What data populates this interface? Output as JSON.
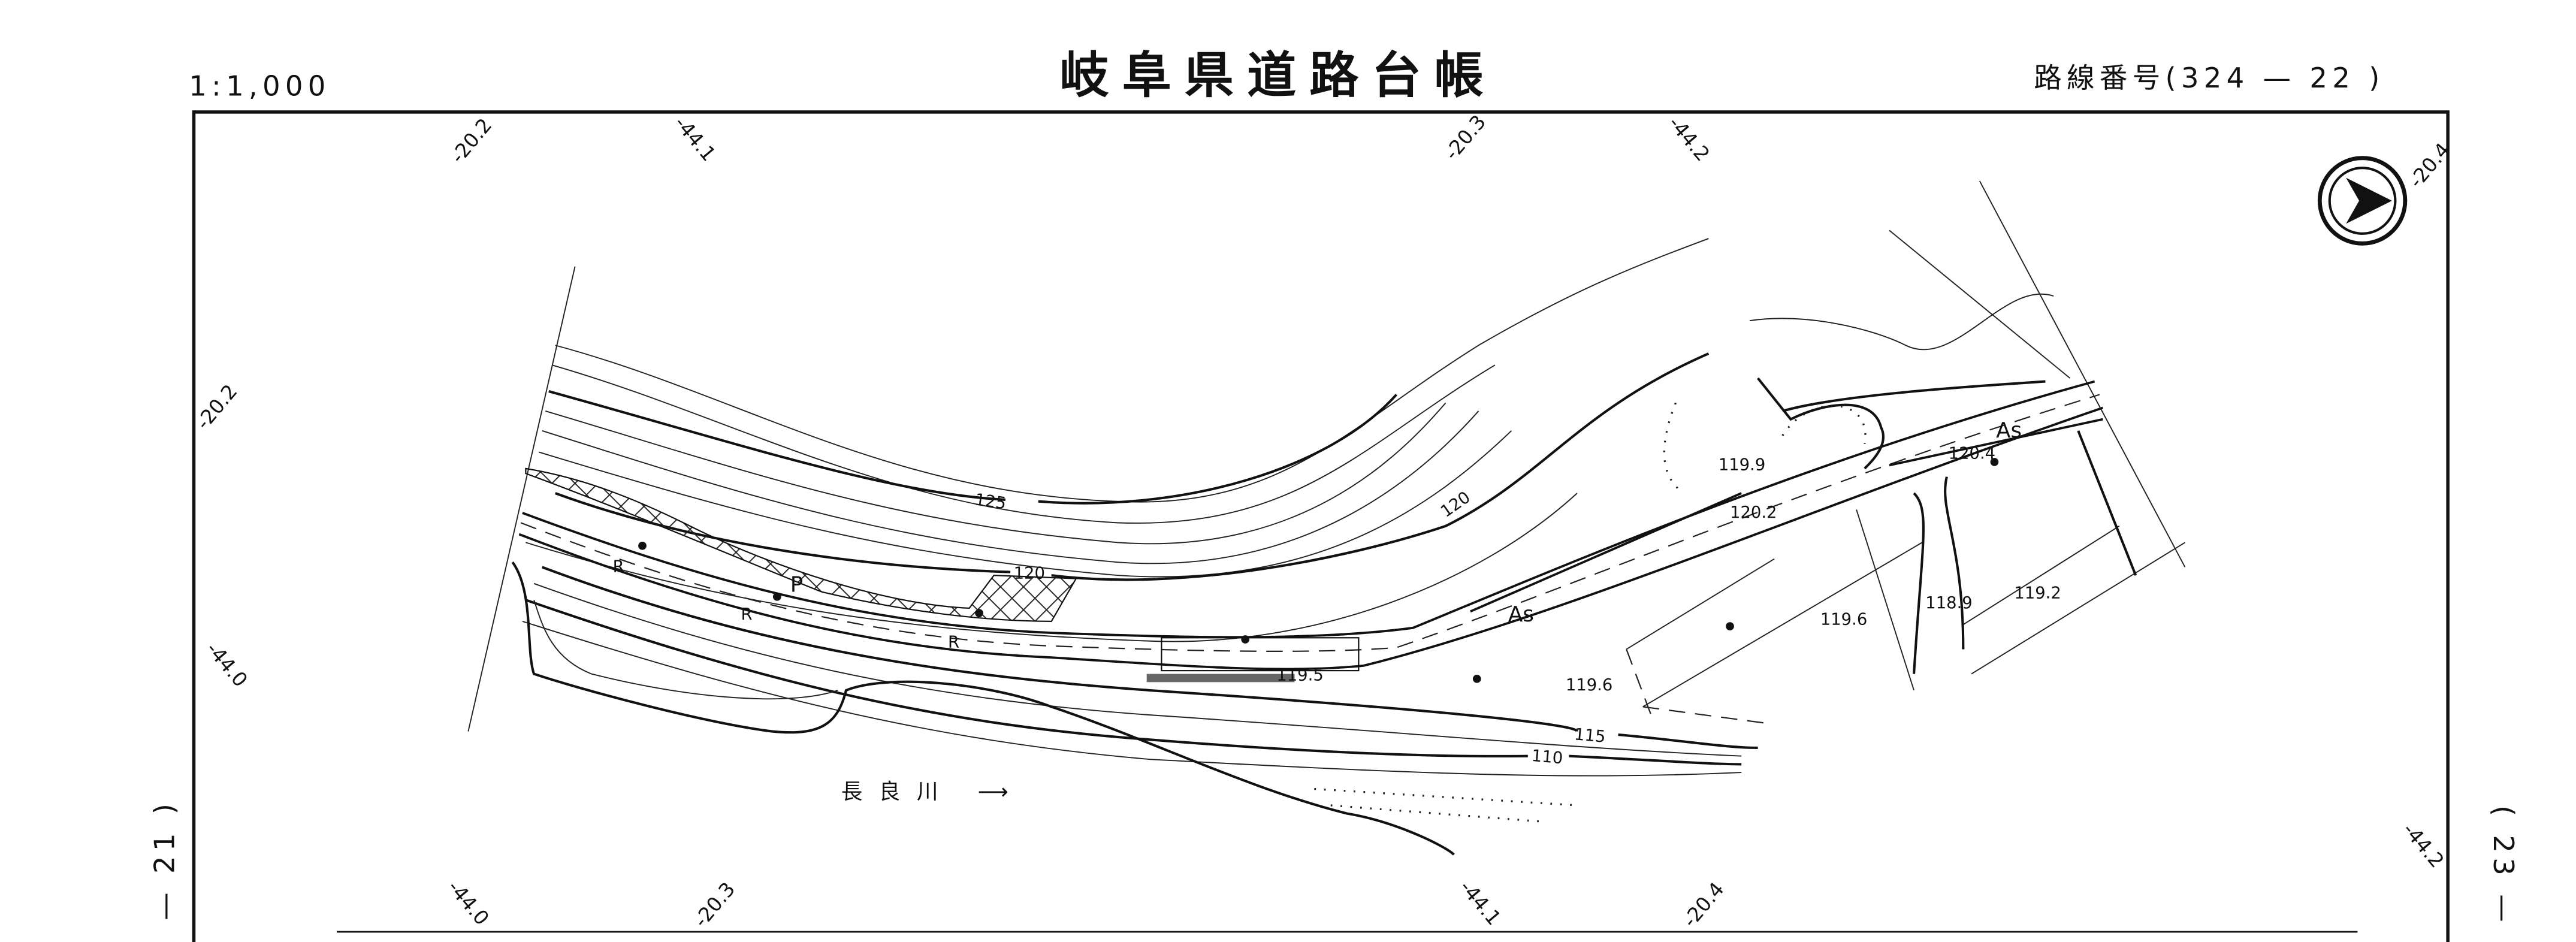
{
  "header": {
    "scale": "1:1,000",
    "title": "岐阜県道路台帳",
    "route_number": "路線番号(324 — 22 )",
    "prev_sheet": "— 21 )",
    "next_sheet": "( 23 —"
  },
  "grid_labels": {
    "top": [
      "-20.2",
      "-44.1",
      "-20.3",
      "-44.2",
      "-20.4"
    ],
    "left": [
      "-20.2",
      "-44.0"
    ],
    "bottom": [
      "-44.0",
      "-20.3",
      "-44.1",
      "-20.4"
    ],
    "right": [
      "-44.2"
    ]
  },
  "contours": [
    "125",
    "120",
    "120",
    "115",
    "110"
  ],
  "spot_heights": [
    "119.9",
    "120.2",
    "120.4",
    "119.6",
    "119.6",
    "118.9",
    "119.2",
    "119.5"
  ],
  "road_labels": [
    "As",
    "As",
    "P",
    "R",
    "R",
    "R"
  ],
  "river_label": "長良川 ⟶",
  "north_arrow": "compass-north-arrow"
}
